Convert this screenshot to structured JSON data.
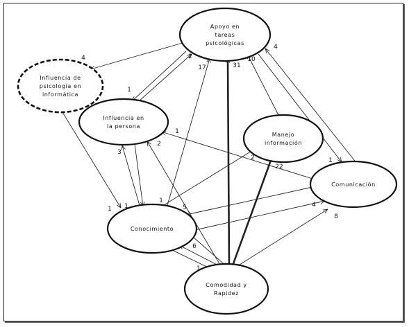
{
  "nodes": {
    "apoyo": [
      "Apoyo en",
      "tareas",
      "psicológicas"
    ],
    "influencia_informatica": [
      "Influencia de",
      "psicología en",
      "informática"
    ],
    "influencia_persona": [
      "Influencia en",
      "la persona"
    ],
    "manejo": [
      "Manejo",
      "información"
    ],
    "comunicacion": [
      "Comunicación"
    ],
    "conocimiento": [
      "Conocimiento"
    ],
    "comodidad": [
      "Comodidad y",
      "Rapidez"
    ]
  },
  "edges": [
    {
      "from": "apoyo",
      "to": "influencia_informatica",
      "weight": "4"
    },
    {
      "from": "apoyo",
      "to": "influencia_persona",
      "weight": "1"
    },
    {
      "from": "influencia_persona",
      "to": "apoyo",
      "weight": "2"
    },
    {
      "from": "conocimiento",
      "to": "apoyo",
      "weight": "17"
    },
    {
      "from": "comodidad",
      "to": "apoyo",
      "weight": "31",
      "thick": true
    },
    {
      "from": "manejo",
      "to": "apoyo",
      "weight": "10"
    },
    {
      "from": "comunicacion",
      "to": "apoyo",
      "weight": "4"
    },
    {
      "from": "apoyo",
      "to": "comunicacion",
      "weight": "1"
    },
    {
      "from": "influencia_informatica",
      "to": "conocimiento",
      "weight": "1"
    },
    {
      "from": "influencia_persona",
      "to": "conocimiento",
      "weight": "1"
    },
    {
      "from": "conocimiento",
      "to": "influencia_persona",
      "weight": "3"
    },
    {
      "from": "comodidad",
      "to": "influencia_persona",
      "weight": "2"
    },
    {
      "from": "comunicacion",
      "to": "influencia_persona",
      "weight": "1"
    },
    {
      "from": "conocimiento",
      "to": "manejo",
      "weight": "2"
    },
    {
      "from": "comodidad",
      "to": "manejo",
      "weight": "22",
      "thick": true
    },
    {
      "from": "comunicacion",
      "to": "conocimiento",
      "weight": "5"
    },
    {
      "from": "conocimiento",
      "to": "comunicacion",
      "weight": "4"
    },
    {
      "from": "comodidad",
      "to": "comunicacion",
      "weight": "8"
    },
    {
      "from": "comodidad",
      "to": "conocimiento",
      "weight": "6"
    },
    {
      "from": "conocimiento",
      "to": "comodidad",
      "weight": "1"
    },
    {
      "from": "comodidad",
      "to": "conocimiento",
      "weight": "1"
    }
  ]
}
